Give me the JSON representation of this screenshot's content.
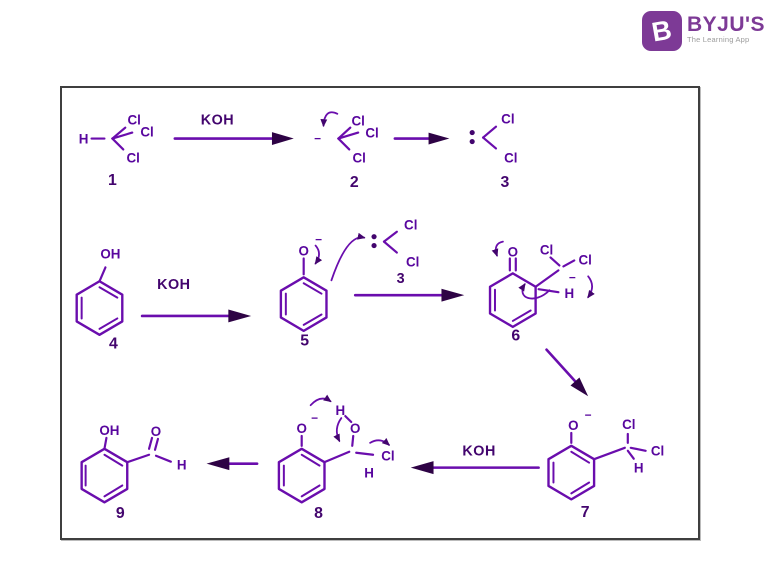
{
  "logo": {
    "icon_letter": "B",
    "brand": "BYJU'S",
    "tagline": "The Learning App"
  },
  "colors": {
    "structure_purple": "#6a0dad",
    "arrowhead_dark": "#2e0345",
    "label_dark": "#43056e",
    "brand_purple": "#7d3a96",
    "tagline_gray": "#9b9b9b",
    "frame_border": "#3f3f3f"
  },
  "scheme": {
    "s1": {
      "name": "chloroform",
      "h": "H",
      "cl_top": "Cl",
      "cl_mid": "Cl",
      "cl_bot": "Cl",
      "num": "1"
    },
    "arrow1": {
      "label": "KOH"
    },
    "s2": {
      "name": "trichloromethyl-carbanion",
      "charge": "−",
      "cl_top": "Cl",
      "cl_mid": "Cl",
      "cl_bot": "Cl",
      "num": "2"
    },
    "s3": {
      "name": "dichlorocarbene",
      "cl_top": "Cl",
      "cl_bot": "Cl",
      "num": "3"
    },
    "s4": {
      "name": "phenol",
      "oh": "OH",
      "num": "4"
    },
    "arrow3": {
      "label": "KOH"
    },
    "s5": {
      "name": "phenoxide",
      "o": "O",
      "charge": "−",
      "num": "5"
    },
    "carbene": {
      "cl_top": "Cl",
      "cl_bot": "Cl",
      "label": "3"
    },
    "s6": {
      "name": "dienone-intermediate",
      "o": "O",
      "cl1": "Cl",
      "cl2": "Cl",
      "charge": "−",
      "h": "H",
      "num": "6"
    },
    "s7": {
      "name": "dichloromethyl-phenoxide",
      "o": "O",
      "charge": "−",
      "cl1": "Cl",
      "cl2": "Cl",
      "h": "H",
      "num": "7"
    },
    "arrow6": {
      "label": "KOH"
    },
    "s8": {
      "name": "chloro-alkoxide-intermediate",
      "o1": "O",
      "charge1": "−",
      "h1": "H",
      "o2": "O",
      "cl": "Cl",
      "h2": "H",
      "num": "8"
    },
    "s9": {
      "name": "salicylaldehyde",
      "oh": "OH",
      "o": "O",
      "h": "H",
      "num": "9"
    }
  }
}
